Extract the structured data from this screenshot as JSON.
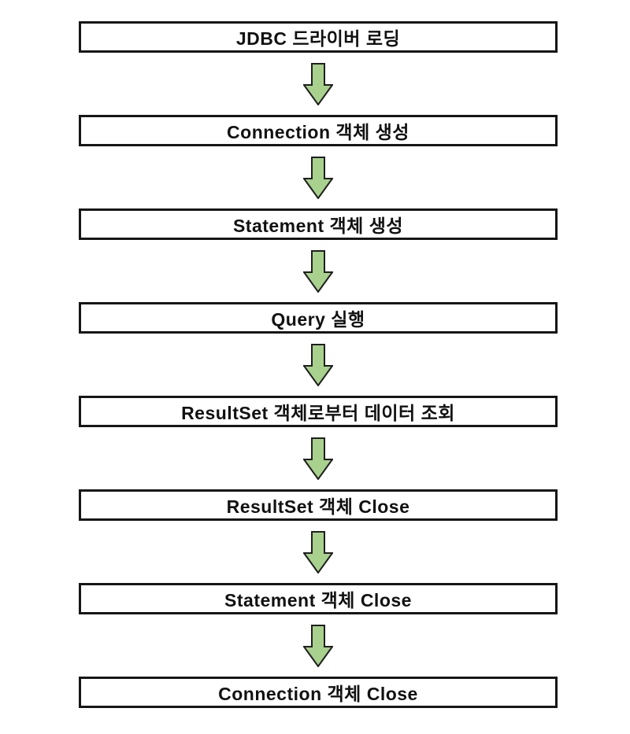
{
  "diagram": {
    "type": "flowchart-vertical",
    "steps": [
      {
        "label": "JDBC 드라이버 로딩"
      },
      {
        "label": "Connection 객체 생성"
      },
      {
        "label": "Statement 객체 생성"
      },
      {
        "label": "Query 실행"
      },
      {
        "label": "ResultSet 객체로부터 데이터 조회"
      },
      {
        "label": "ResultSet 객체 Close"
      },
      {
        "label": "Statement 객체 Close"
      },
      {
        "label": "Connection 객체 Close"
      }
    ],
    "arrow": {
      "direction": "down",
      "fill": "#A9D18E",
      "stroke": "#1F1F1F"
    },
    "box_border_color": "#161616",
    "box_fill_color": "#FFFFFF"
  }
}
